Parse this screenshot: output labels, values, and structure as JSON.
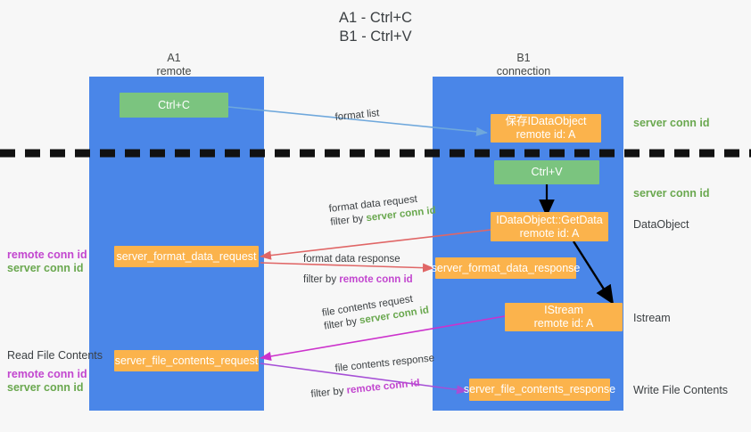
{
  "title": "A1 - Ctrl+C\nB1 - Ctrl+V",
  "colors": {
    "lane": "#4a86e8",
    "orange": "#fbb34c",
    "green": "#7bc47f",
    "server_conn": "#6aa84f",
    "remote_conn": "#c246cf",
    "background": "#f7f7f7",
    "arrow_blue": "#6fa8dc",
    "arrow_red": "#e06666",
    "arrow_magenta": "#cc32cc",
    "arrow_purple": "#a64fd6",
    "arrow_black": "#000000"
  },
  "lanes": [
    {
      "name": "A1",
      "sub": "remote",
      "header": "A1\nremote"
    },
    {
      "name": "B1",
      "sub": "connection",
      "header": "B1\nconnection"
    }
  ],
  "nodes": {
    "ctrl_c": {
      "line1": "Ctrl+C",
      "line2": ""
    },
    "save_idataobject": {
      "line1": "保存IDataObject",
      "line2": "remote id: A"
    },
    "ctrl_v": {
      "line1": "Ctrl+V",
      "line2": ""
    },
    "getdata": {
      "line1": "IDataObject::GetData",
      "line2": "remote id: A"
    },
    "server_format_data_request": {
      "line1": "server_format_data_request",
      "line2": ""
    },
    "server_format_data_response": {
      "line1": "server_format_data_response",
      "line2": ""
    },
    "istream": {
      "line1": "IStream",
      "line2": "remote id: A"
    },
    "server_file_contents_request": {
      "line1": "server_file_contents_request",
      "line2": ""
    },
    "server_file_contents_response": {
      "line1": "server_file_contents_response",
      "line2": ""
    }
  },
  "edges": {
    "format_list": {
      "label": "format list"
    },
    "format_data_request": {
      "label": "format data request",
      "filter_prefix": "filter by ",
      "filter_key": "server conn id"
    },
    "format_data_response": {
      "label": "format data response",
      "filter_prefix": "filter by ",
      "filter_key": "remote conn id"
    },
    "file_contents_request": {
      "label": "file contents request",
      "filter_prefix": "filter by ",
      "filter_key": "server conn id"
    },
    "file_contents_response": {
      "label": "file contents response",
      "filter_prefix": "filter by ",
      "filter_key": "remote conn id"
    }
  },
  "right_labels": {
    "server_conn_top": "server conn id",
    "server_conn_mid": "server conn id",
    "dataobject": "DataObject",
    "istream": "Istream",
    "write_file_contents": "Write File Contents"
  },
  "left_labels": {
    "conn_pair_top_remote": "remote conn id",
    "conn_pair_top_server": "server conn id",
    "read_file_contents": "Read File Contents",
    "conn_pair_bottom_remote": "remote conn id",
    "conn_pair_bottom_server": "server conn id"
  }
}
